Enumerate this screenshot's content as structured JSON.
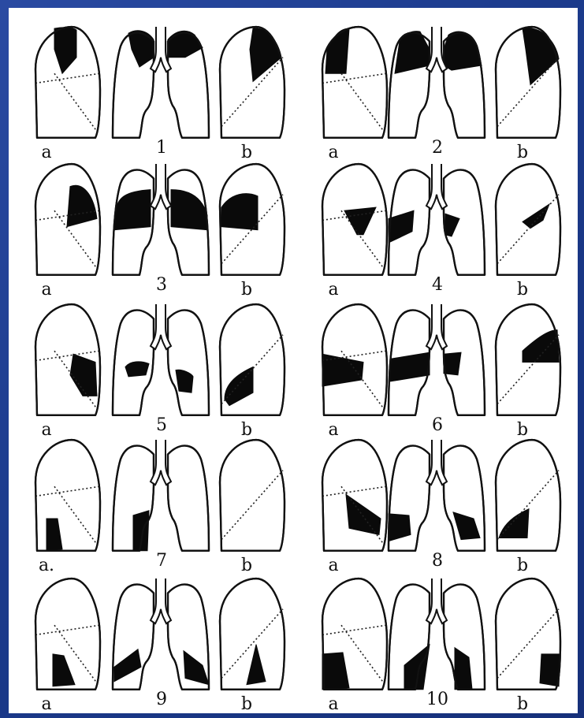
{
  "figure": {
    "rows": [
      {
        "number": "1",
        "left_label": "a",
        "right_label": "b"
      },
      {
        "number": "2",
        "left_label": "a",
        "right_label": "b"
      },
      {
        "number": "3",
        "left_label": "a",
        "right_label": "b"
      },
      {
        "number": "4",
        "left_label": "a",
        "right_label": "b"
      },
      {
        "number": "5",
        "left_label": "a",
        "right_label": "b"
      },
      {
        "number": "6",
        "left_label": "a",
        "right_label": "b"
      },
      {
        "number": "7",
        "left_label": "a.",
        "right_label": "b"
      },
      {
        "number": "8",
        "left_label": "a",
        "right_label": "b"
      },
      {
        "number": "9",
        "left_label": "a",
        "right_label": "b"
      },
      {
        "number": "10",
        "left_label": "a",
        "right_label": "b"
      }
    ]
  },
  "colors": {
    "background": "#1f3f92",
    "panel": "#ffffff",
    "ink": "#0a0a0a"
  }
}
